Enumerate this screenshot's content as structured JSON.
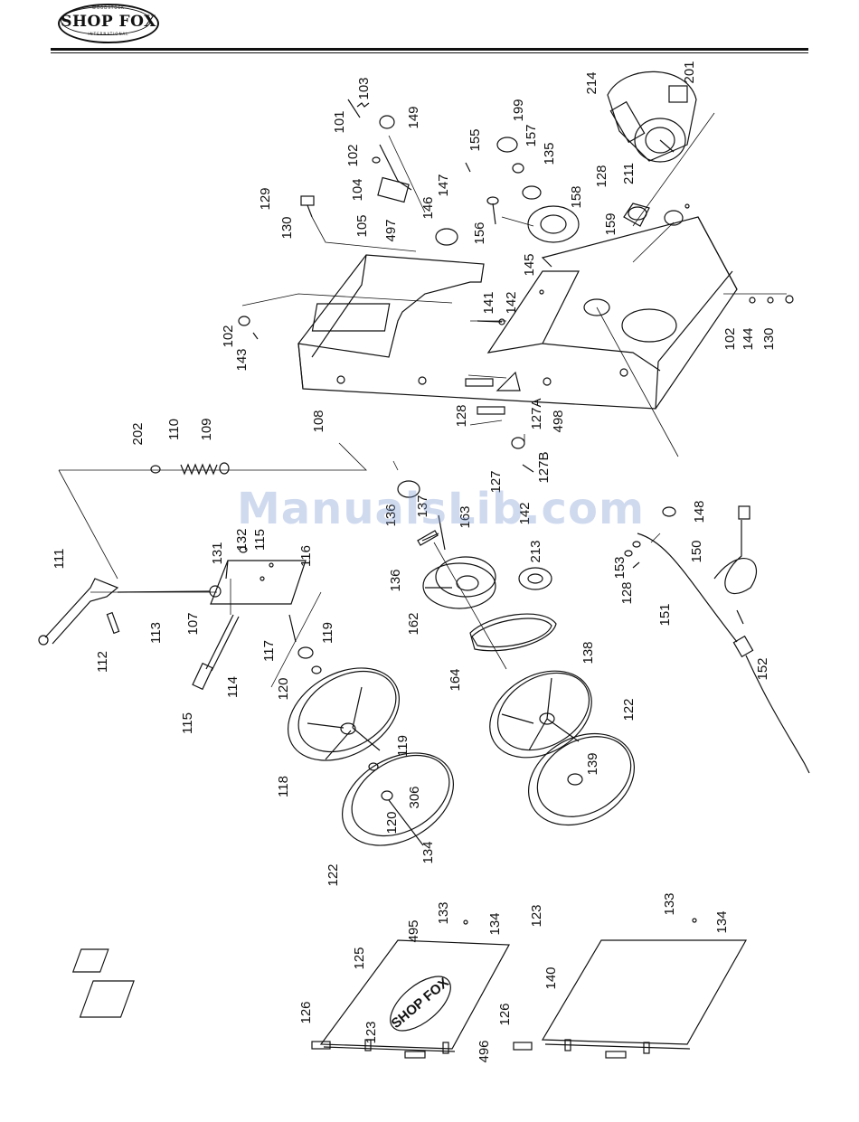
{
  "header": {
    "brand": "SHOP FOX",
    "brand_top": "WOODSTOCK",
    "brand_bottom": "INTERNATIONAL"
  },
  "watermark": "ManualsLib.com",
  "callouts": [
    {
      "id": "c101",
      "label": "101"
    },
    {
      "id": "c103",
      "label": "103"
    },
    {
      "id": "c149",
      "label": "149"
    },
    {
      "id": "c102a",
      "label": "102"
    },
    {
      "id": "c104",
      "label": "104"
    },
    {
      "id": "c105",
      "label": "105"
    },
    {
      "id": "c497",
      "label": "497"
    },
    {
      "id": "c146",
      "label": "146"
    },
    {
      "id": "c147",
      "label": "147"
    },
    {
      "id": "c129",
      "label": "129"
    },
    {
      "id": "c130a",
      "label": "130"
    },
    {
      "id": "c155",
      "label": "155"
    },
    {
      "id": "c199",
      "label": "199"
    },
    {
      "id": "c157",
      "label": "157"
    },
    {
      "id": "c135",
      "label": "135"
    },
    {
      "id": "c156",
      "label": "156"
    },
    {
      "id": "c158",
      "label": "158"
    },
    {
      "id": "c214",
      "label": "214"
    },
    {
      "id": "c201",
      "label": "201"
    },
    {
      "id": "c211",
      "label": "211"
    },
    {
      "id": "c128a",
      "label": "128"
    },
    {
      "id": "c159",
      "label": "159"
    },
    {
      "id": "c145",
      "label": "145"
    },
    {
      "id": "c141",
      "label": "141"
    },
    {
      "id": "c142a",
      "label": "142"
    },
    {
      "id": "c102b",
      "label": "102"
    },
    {
      "id": "c143",
      "label": "143"
    },
    {
      "id": "c102c",
      "label": "102"
    },
    {
      "id": "c144",
      "label": "144"
    },
    {
      "id": "c130b",
      "label": "130"
    },
    {
      "id": "c108",
      "label": "108"
    },
    {
      "id": "c128b",
      "label": "128"
    },
    {
      "id": "c127A",
      "label": "127A"
    },
    {
      "id": "c498",
      "label": "498"
    },
    {
      "id": "c202",
      "label": "202"
    },
    {
      "id": "c110",
      "label": "110"
    },
    {
      "id": "c109",
      "label": "109"
    },
    {
      "id": "c127",
      "label": "127"
    },
    {
      "id": "c127B",
      "label": "127B"
    },
    {
      "id": "c111",
      "label": "111"
    },
    {
      "id": "c131",
      "label": "131"
    },
    {
      "id": "c132",
      "label": "132"
    },
    {
      "id": "c115a",
      "label": "115"
    },
    {
      "id": "c116",
      "label": "116"
    },
    {
      "id": "c137",
      "label": "137"
    },
    {
      "id": "c136a",
      "label": "136"
    },
    {
      "id": "c136b",
      "label": "136"
    },
    {
      "id": "c163",
      "label": "163"
    },
    {
      "id": "c142b",
      "label": "142"
    },
    {
      "id": "c213",
      "label": "213"
    },
    {
      "id": "c148",
      "label": "148"
    },
    {
      "id": "c112",
      "label": "112"
    },
    {
      "id": "c113",
      "label": "113"
    },
    {
      "id": "c107",
      "label": "107"
    },
    {
      "id": "c117",
      "label": "117"
    },
    {
      "id": "c119a",
      "label": "119"
    },
    {
      "id": "c162",
      "label": "162"
    },
    {
      "id": "c153",
      "label": "153"
    },
    {
      "id": "c128c",
      "label": "128"
    },
    {
      "id": "c150",
      "label": "150"
    },
    {
      "id": "c151",
      "label": "151"
    },
    {
      "id": "c114",
      "label": "114"
    },
    {
      "id": "c120a",
      "label": "120"
    },
    {
      "id": "c115b",
      "label": "115"
    },
    {
      "id": "c164",
      "label": "164"
    },
    {
      "id": "c138",
      "label": "138"
    },
    {
      "id": "c152",
      "label": "152"
    },
    {
      "id": "c122a",
      "label": "122"
    },
    {
      "id": "c118",
      "label": "118"
    },
    {
      "id": "c119b",
      "label": "119"
    },
    {
      "id": "c139",
      "label": "139"
    },
    {
      "id": "c306",
      "label": "306"
    },
    {
      "id": "c120b",
      "label": "120"
    },
    {
      "id": "c134a",
      "label": "134"
    },
    {
      "id": "c122b",
      "label": "122"
    },
    {
      "id": "c123a",
      "label": "123"
    },
    {
      "id": "c495",
      "label": "495"
    },
    {
      "id": "c133a",
      "label": "133"
    },
    {
      "id": "c134b",
      "label": "134"
    },
    {
      "id": "c125",
      "label": "125"
    },
    {
      "id": "c126a",
      "label": "126"
    },
    {
      "id": "c123b",
      "label": "123"
    },
    {
      "id": "c496",
      "label": "496"
    },
    {
      "id": "c133b",
      "label": "133"
    },
    {
      "id": "c134c",
      "label": "134"
    },
    {
      "id": "c140",
      "label": "140"
    },
    {
      "id": "c126b",
      "label": "126"
    }
  ],
  "door_logo": "SHOP FOX"
}
